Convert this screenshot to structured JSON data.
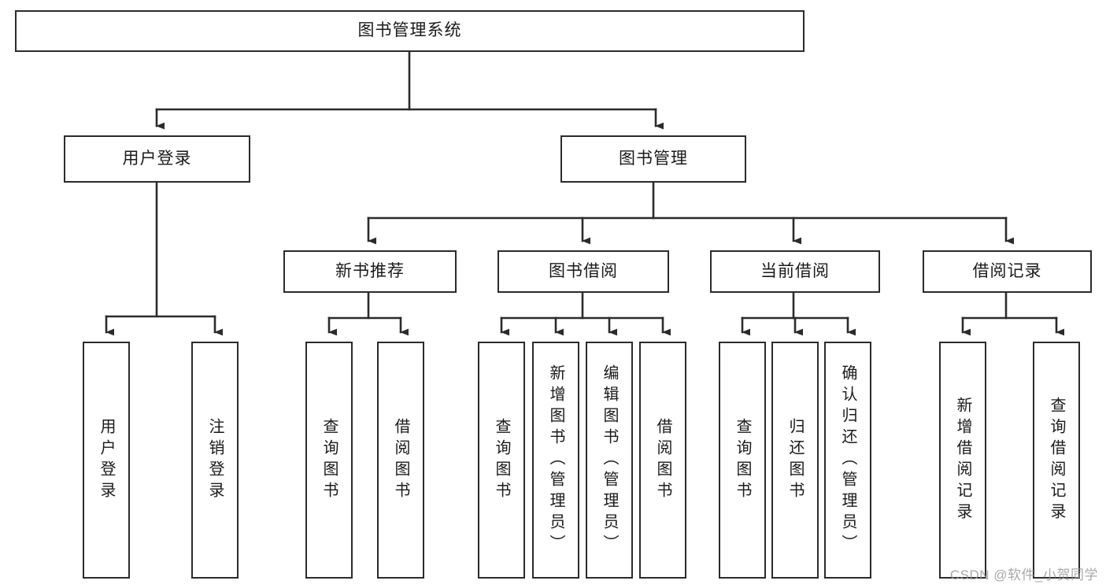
{
  "diagram": {
    "type": "tree",
    "title": "图书管理系统",
    "root": {
      "id": "root",
      "label": "图书管理系统"
    },
    "level2": [
      {
        "id": "user-login",
        "label": "用户登录"
      },
      {
        "id": "book-manage",
        "label": "图书管理"
      }
    ],
    "level3": [
      {
        "id": "new-book-rec",
        "label": "新书推荐",
        "parent": "book-manage"
      },
      {
        "id": "book-borrow",
        "label": "图书借阅",
        "parent": "book-manage"
      },
      {
        "id": "current-borrow",
        "label": "当前借阅",
        "parent": "book-manage"
      },
      {
        "id": "borrow-record",
        "label": "借阅记录",
        "parent": "book-manage"
      }
    ],
    "leaves": [
      {
        "id": "leaf-user-login",
        "label": "用户登录",
        "parent": "user-login"
      },
      {
        "id": "leaf-user-logout",
        "label": "注销登录",
        "parent": "user-login"
      },
      {
        "id": "leaf-rec-query",
        "label": "查询图书",
        "parent": "new-book-rec"
      },
      {
        "id": "leaf-rec-borrow",
        "label": "借阅图书",
        "parent": "new-book-rec"
      },
      {
        "id": "leaf-borrow-query",
        "label": "查询图书",
        "parent": "book-borrow"
      },
      {
        "id": "leaf-borrow-add",
        "label": "新增图书（管理员）",
        "parent": "book-borrow"
      },
      {
        "id": "leaf-borrow-edit",
        "label": "编辑图书（管理员）",
        "parent": "book-borrow"
      },
      {
        "id": "leaf-borrow-lend",
        "label": "借阅图书",
        "parent": "book-borrow"
      },
      {
        "id": "leaf-cur-query",
        "label": "查询图书",
        "parent": "current-borrow"
      },
      {
        "id": "leaf-cur-return",
        "label": "归还图书",
        "parent": "current-borrow"
      },
      {
        "id": "leaf-cur-confirm",
        "label": "确认归还（管理员）",
        "parent": "current-borrow"
      },
      {
        "id": "leaf-rec-add",
        "label": "新增借阅记录",
        "parent": "borrow-record"
      },
      {
        "id": "leaf-rec-search",
        "label": "查询借阅记录",
        "parent": "borrow-record"
      }
    ]
  },
  "watermark": {
    "text": "CSDN @软件_小贺同学"
  },
  "colors": {
    "stroke": "#2b2b2b",
    "fill": "#ffffff",
    "text": "#1a1a1a",
    "watermark": "#9a9a9a"
  }
}
